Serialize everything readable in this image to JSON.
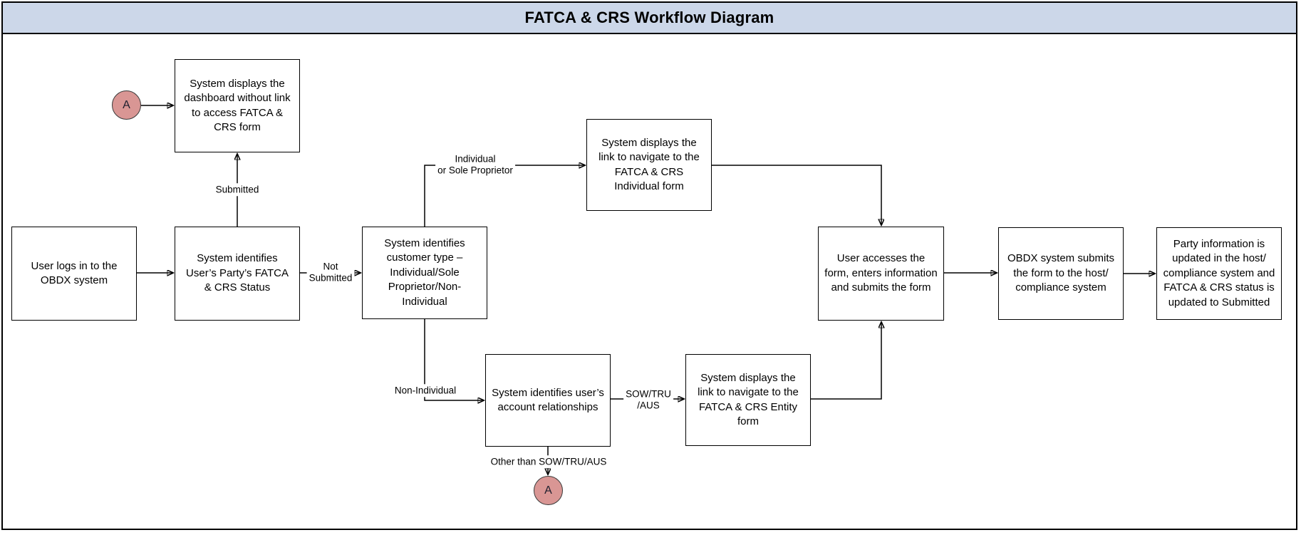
{
  "title": "FATCA & CRS Workflow Diagram",
  "nodes": {
    "user_login": {
      "text": "User logs in to the\nOBDX system"
    },
    "status_check": {
      "text": "System identifies\nUser’s Party’s FATCA\n& CRS Status"
    },
    "dashboard": {
      "text": "System displays the\ndashboard without link\nto access FATCA &\nCRS form"
    },
    "customer_type": {
      "text": "System identifies\ncustomer type –\nIndividual/Sole\nProprietor/Non-\nIndividual"
    },
    "individual_form": {
      "text": "System displays the\nlink to navigate to the\nFATCA & CRS\nIndividual form"
    },
    "account_rel": {
      "text": "System identifies user’s\naccount relationships"
    },
    "entity_form": {
      "text": "System displays the\nlink to navigate to the\nFATCA & CRS Entity\nform"
    },
    "user_access": {
      "text": "User accesses the\nform, enters information\nand submits the form"
    },
    "obdx_submit": {
      "text": "OBDX system submits\nthe form to the host/\ncompliance system"
    },
    "party_updated": {
      "text": "Party information is\nupdated in the host/\ncompliance system and\nFATCA & CRS status is\nupdated to Submitted"
    }
  },
  "edge_labels": {
    "submitted": "Submitted",
    "not_submitted": "Not\nSubmitted",
    "individual_or_sole_proprietor": "Individual\nor Sole Proprietor",
    "non_individual": "Non-Individual",
    "sow_tru_aus": "SOW/TRU\n/AUS",
    "other_than_sow_tru_aus": "Other than SOW/TRU/AUS"
  },
  "connector": {
    "a": "A"
  },
  "colors": {
    "title_bar_bg": "#ccd7e9",
    "line_color": "#000000",
    "box_border": "#000000",
    "circle_fill": "#d99694",
    "circle_border": "#3a3a3a",
    "text_color": "#000000"
  }
}
